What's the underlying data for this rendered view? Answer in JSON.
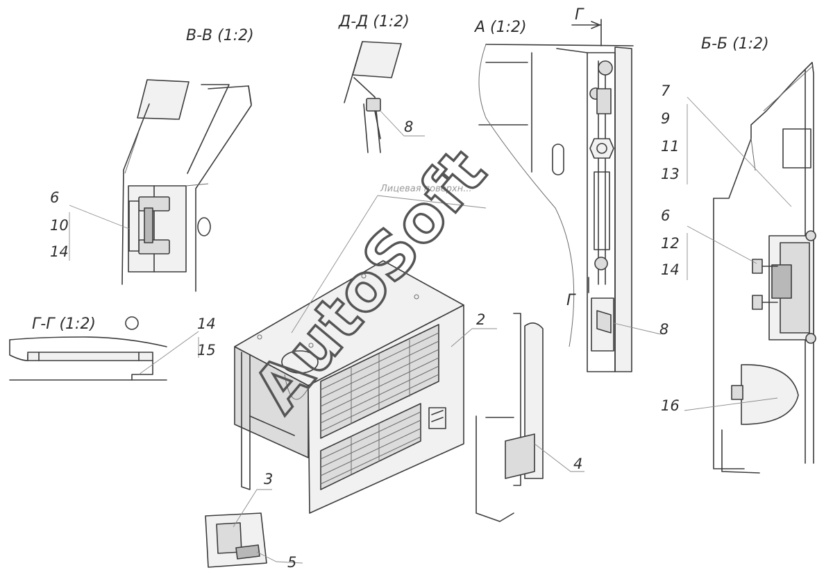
{
  "views": {
    "vv": "В-В (1:2)",
    "dd": "Д-Д (1:2)",
    "a": "А (1:2)",
    "bb": "Б-Б (1:2)",
    "gg": "Г-Г (1:2)"
  },
  "section_marks": {
    "g_top": "Г",
    "g_bottom": "Г"
  },
  "note": "Лицевая поверхн...",
  "watermark": "AutoSoft",
  "callouts": {
    "vv": [
      "6",
      "10",
      "14"
    ],
    "dd": [
      "8"
    ],
    "bb_top": [
      "7",
      "9",
      "11",
      "13"
    ],
    "bb_mid": [
      "6",
      "12",
      "14"
    ],
    "bb_bottom": [
      "16"
    ],
    "gg": [
      "14",
      "15"
    ],
    "a": [
      "8"
    ],
    "main": [
      "2",
      "3",
      "4",
      "5"
    ]
  }
}
